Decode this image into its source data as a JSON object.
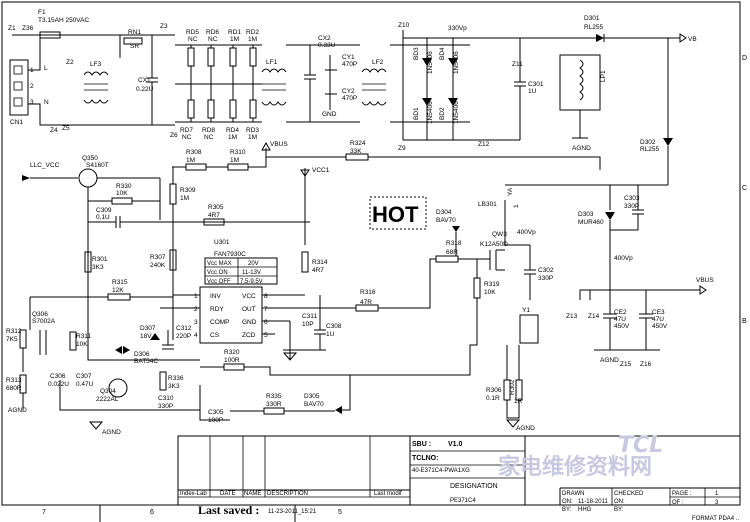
{
  "top_labels": {
    "f1": "F1",
    "f1_rating": "T3.15AH 250VAC",
    "z1": "Z1",
    "z36": "Z36",
    "z2": "Z2",
    "z3": "Z3",
    "z4": "Z4",
    "z5": "Z5",
    "z6": "Z6",
    "z9": "Z9",
    "z10": "Z10",
    "z11": "Z11",
    "z12": "Z12",
    "rn1": "RN1",
    "rn1_val": "SR",
    "cn1": "CN1",
    "cn1_l": "L",
    "cn1_n": "N",
    "cn1_pin1": "1",
    "cn1_pin2": "2",
    "cn1_pin3": "3",
    "lf3": "LF3",
    "lf1": "LF1",
    "lf2": "LF2",
    "cx1": "CX1",
    "cx1_val": "0.22U",
    "cx2": "CX2",
    "cx2_val": "0.33U",
    "cy1": "CY1",
    "cy1_val": "470P",
    "cy2": "CY2",
    "cy2_val": "470P",
    "gnd": "GND",
    "rd5": "RD5",
    "rd5_val": "NC",
    "rd6": "RD6",
    "rd6_val": "NC",
    "rd1": "RD1",
    "rd1_val": "1M",
    "rd2": "RD2",
    "rd2_val": "1M",
    "rd7": "RD7",
    "rd7_val": "NC",
    "rd8": "RD8",
    "rd8_val": "NC",
    "rd4": "RD4",
    "rd4_val": "1M",
    "rd3": "RD3",
    "rd3_val": "1M",
    "vp330": "330Vp",
    "vp400": "400Vp",
    "bd3": "BD3",
    "bd3_val": "1N5406",
    "bd4": "BD4",
    "bd4_val": "1N5406",
    "bd1": "BD1",
    "bd1_val": "1N5406",
    "bd2": "BD2",
    "bd2_val": "1N5406",
    "c301": "C301",
    "c301_val": "1U",
    "lp1": "LP1",
    "agnd": "AGND",
    "d301": "D301",
    "d301_val": "RL255",
    "vb": "VB",
    "d302": "D302",
    "d302_val": "RL255"
  },
  "mid_labels": {
    "llc_vcc": "LLC_VCC",
    "q350": "Q350",
    "q350_val": "S4160T",
    "r330": "R330",
    "r330_val": "10K",
    "c309": "C309",
    "c309_val": "0.1U",
    "r308": "R308",
    "r308_val": "1M",
    "r310": "R310",
    "r310_val": "1M",
    "vbus": "VBUS",
    "r324": "R324",
    "r324_val": "33K",
    "vcc1": "VCC1",
    "r309": "R309",
    "r309_val": "1M",
    "r305": "R305",
    "r305_val": "4R7",
    "r301": "R301",
    "r301_val": "3K3",
    "r307": "R307",
    "r307_val": "240K",
    "u301": "U301",
    "u301_val": "FAN7930C",
    "vcc_max": "Vcc MAX",
    "vcc_max_v": "20V",
    "vcc_on": "Vcc  ON",
    "vcc_on_v": "11-13V",
    "vcc_off": "Vcc OFF",
    "vcc_off_v": "7.5-9.5V",
    "r314": "R314",
    "r314_val": "4R7",
    "r315": "R315",
    "r315_val": "12K",
    "pin_inv": "INV",
    "pin_rdy": "RDY",
    "pin_comp": "COMP",
    "pin_cs": "CS",
    "pin_vcc": "VCC",
    "pin_out": "OUT",
    "pin_gnd": "GND",
    "pin_zcd": "ZCD",
    "pin1": "1",
    "pin2": "2",
    "pin3": "3",
    "pin4": "4",
    "pin8": "8",
    "pin7": "7",
    "pin6": "6",
    "pin5": "5",
    "hot": "HOT",
    "d304": "D304",
    "d304_val": "BAV70",
    "lb301": "LB301",
    "ya_a": "YA",
    "ya_b": "1",
    "r318": "R318",
    "r318_val": "68R",
    "qw3": "QW3",
    "qw3_val": "K12A50D",
    "c302": "C302",
    "c302_val": "330P",
    "r319": "R319",
    "r319_val": "10K",
    "r316": "R316",
    "r316_val": "47R",
    "c311": "C311",
    "c311_val": "10P",
    "c308": "C308",
    "c308_val": "1U",
    "d303": "D303",
    "d303_val": "MUR460",
    "c303": "C303",
    "c303_val": "330P",
    "vbus_out": "VBUS",
    "ce2": "CE2",
    "ce2_val": "47U",
    "ce2_v": "450V",
    "ce3": "CE3",
    "ce3_val": "47U",
    "ce3_v": "450V",
    "z13": "Z13",
    "z14": "Z14",
    "z15": "Z15",
    "z16": "Z16",
    "y1": "Y1"
  },
  "low_labels": {
    "q306": "Q306",
    "q306_val": "S7002A",
    "r312": "R312",
    "r312_val": "7K5",
    "r311": "R311",
    "r311_val": "10K",
    "d307": "D307",
    "d307_val": "18V",
    "c312": "C312",
    "c312_val": "220P",
    "d306": "D306",
    "d306_val": "BAT54C",
    "r313": "R313",
    "r313_val": "680R",
    "c306": "C306",
    "c306_val": "0.022U",
    "c307": "C307",
    "c307_val": "0.47U",
    "q304": "Q304",
    "q304_val": "2222AL",
    "c310": "C310",
    "c310_val": "330P",
    "r336": "R336",
    "r336_val": "3K3",
    "r320": "R320",
    "r320_val": "100R",
    "c305": "C305",
    "c305_val": "100P",
    "r335": "R335",
    "r335_val": "330R",
    "d305": "D305",
    "d305_val": "BAV70",
    "r306": "R306",
    "r306_val": "0.1R",
    "r302": "R302",
    "r302_val": "1R"
  },
  "title_block": {
    "sbu_label": "SBU :",
    "sbu_val": "V1.0",
    "tclno_label": "TCLNO:",
    "tclno_val": "40-E371C4-PWA1XG",
    "designation": "DESIGNATION",
    "des_code": "PE371C4",
    "col_index": "Index-Lab",
    "col_date": "DATE",
    "col_name": "NAME",
    "col_desc": "DESCRIPTION",
    "col_last": "Last modif",
    "saved_label": "Last saved :",
    "saved_val": "11-23-2011_15:21",
    "drawn": "DRAWN",
    "drawn_on": "ON:",
    "drawn_on_val": "11-18-2011",
    "drawn_by": "BY:",
    "drawn_by_val": "HHG",
    "checked": "CHECKED",
    "checked_on": "ON:",
    "checked_by": "BY:",
    "page": "PAGE :",
    "page_val": "1",
    "of": "OF :",
    "of_val": "3",
    "format": "FORMAT PDA4 ..",
    "tcl_logo": "TCL",
    "watermark": "家电维修资料网"
  },
  "border": {
    "top_d": "D",
    "top_c": "C",
    "top_b": "B",
    "bot_7": "7",
    "bot_6": "6",
    "bot_5": "5"
  }
}
